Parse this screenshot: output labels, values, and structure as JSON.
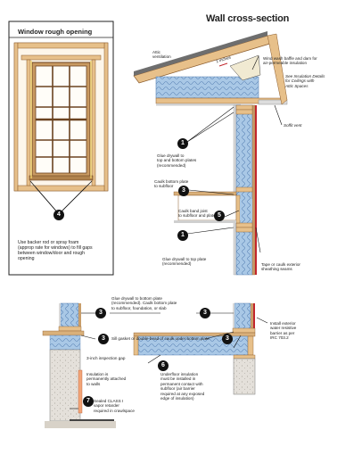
{
  "window_panel": {
    "title": "Window rough opening",
    "callout": "4",
    "note": [
      "Use backer rod or spray foam",
      "(approp rate for windows) to fill gaps",
      "between window/door and rough",
      "opening"
    ]
  },
  "wall_section": {
    "title": "Wall cross-section",
    "attic_ventilation": [
      "Attic",
      "ventilation"
    ],
    "inches": "1 inches",
    "wind_wash": [
      "Wind wash baffle and dam for",
      "air-permeable insulation"
    ],
    "see_details": [
      "See Insulation Details",
      "for Ceilings with",
      "Attic Spaces"
    ],
    "soffit_vent": "Soffit vent",
    "glue_top_bottom": [
      "Glue drywall to",
      "top and bottom plates",
      "(recommended)"
    ],
    "caulk_bottom_plate": [
      "Caulk bottom plate",
      "to subfloor"
    ],
    "caulk_band_joist": [
      "Caulk band joist",
      "to subfloor and plates"
    ],
    "glue_top_plate": [
      "Glue drywall to top plate",
      "(recommended)"
    ],
    "tape_caulk": [
      "Tape or caulk exterior",
      "sheathing seams"
    ],
    "callouts": [
      "1",
      "3",
      "5",
      "1"
    ]
  },
  "bottom_section": {
    "glue_bottom": [
      "Glue drywall to bottom plate",
      "(recommended). Caulk bottom plate",
      "to subfloor, foundation, or slab"
    ],
    "sill_gasket": "Sill gasket or double-bead of caulk under bottom plate",
    "inspection_gap": "3-inch inspection gap",
    "insulation_attached": [
      "Insulation is",
      "permanently attached",
      "to walls"
    ],
    "sealed_vapor": [
      "Sealed CLASS I",
      "vapor retarder",
      "required in crawlspace"
    ],
    "underfloor": [
      "Underfloor insulation",
      "must be installed in",
      "permanent contact with",
      "subfloor (air barrier",
      "required at any exposed",
      "edge of insulation)"
    ],
    "install_barrier": [
      "Install exterior",
      "water resistive",
      "barrier as per",
      "IRC 703.2"
    ],
    "callouts": [
      "3",
      "3",
      "3",
      "6",
      "7",
      "3"
    ]
  },
  "colors": {
    "insulation": "#a9c8e6",
    "wood": "#e7c08a",
    "frame": "#8a5a2b",
    "ground": "#d8d2c8"
  }
}
